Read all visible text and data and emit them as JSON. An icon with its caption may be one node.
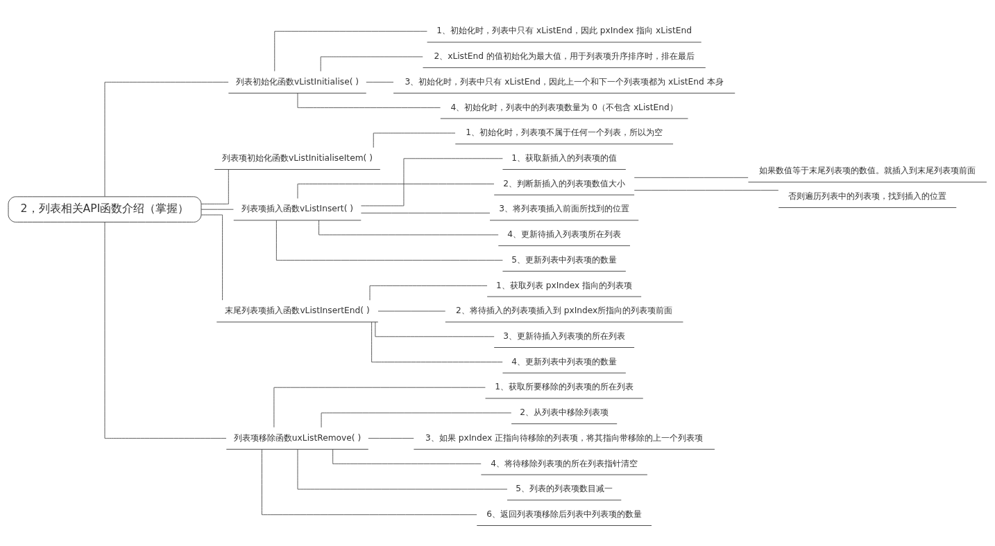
{
  "diagram": {
    "nodes": [
      {
        "text": [
          "2，列表相关API函数介绍（掌握）"
        ]
      },
      {
        "text": [
          "列表初始化函数vListInitialise( )"
        ]
      },
      {
        "text": [
          "1、初始化时，列表中只有 xListEnd，因此 pxIndex 指向 xListEnd"
        ]
      },
      {
        "text": [
          "2、xListEnd 的值初始化为最大值，用于列表项升序排序时，排在最后"
        ]
      },
      {
        "text": [
          "3、初始化时，列表中只有 xListEnd，因此上一个和下一个列表项都为 xListEnd 本身"
        ]
      },
      {
        "text": [
          "4、初始化时，列表中的列表项数量为 0（不包含 xListEnd）"
        ]
      },
      {
        "text": [
          "列表项初始化函数vListInitialiseItem( )"
        ]
      },
      {
        "text": [
          "1、初始化时，列表项不属于任何一个列表，所以为空"
        ]
      },
      {
        "text": [
          "列表项插入函数vListInsert( )"
        ]
      },
      {
        "text": [
          "1、获取新插入的列表项的值"
        ]
      },
      {
        "text": [
          "2、判断新插入的列表项数值大小"
        ]
      },
      {
        "text": [
          "如果数值等于末尾列表项的数值。就插入到末尾列表项前面"
        ]
      },
      {
        "text": [
          "否则遍历列表中的列表项，找到插入的位置"
        ]
      },
      {
        "text": [
          "3、将列表项插入前面所找到的位置"
        ]
      },
      {
        "text": [
          "4、更新待插入列表项所在列表"
        ]
      },
      {
        "text": [
          "5、更新列表中列表项的数量"
        ]
      },
      {
        "text": [
          "末尾列表项插入函数vListInsertEnd( )"
        ]
      },
      {
        "text": [
          "1、获取列表 pxIndex 指向的列表项"
        ]
      },
      {
        "text": [
          "2、将待插入的列表项插入到 pxIndex所指向的列表项前面"
        ]
      },
      {
        "text": [
          "3、更新待插入列表项的所在列表"
        ]
      },
      {
        "text": [
          "4、更新列表中列表项的数量"
        ]
      },
      {
        "text": [
          "列表项移除函数uxListRemove( )"
        ]
      },
      {
        "text": [
          "1、获取所要移除的列表项的所在列表"
        ]
      },
      {
        "text": [
          "2、从列表中移除列表项"
        ]
      },
      {
        "text": [
          "3、如果 pxIndex 正指向待移除的列表项，将其指向带移除的上一个列表项"
        ]
      },
      {
        "text": [
          "4、将待移除列表项的所在列表指针清空"
        ]
      },
      {
        "text": [
          "5、列表的列表项数目减一"
        ]
      },
      {
        "text": [
          "6、返回列表项移除后列表中列表项的数量"
        ]
      }
    ],
    "edges": [
      {
        "from": 0,
        "to": 1,
        "arrow": "none"
      },
      {
        "from": 1,
        "to": 2,
        "arrow": "none"
      },
      {
        "from": 1,
        "to": 3,
        "arrow": "none"
      },
      {
        "from": 1,
        "to": 4,
        "arrow": "none"
      },
      {
        "from": 1,
        "to": 5,
        "arrow": "none"
      },
      {
        "from": 0,
        "to": 6,
        "arrow": "none"
      },
      {
        "from": 6,
        "to": 7,
        "arrow": "none"
      },
      {
        "from": 0,
        "to": 8,
        "arrow": "none"
      },
      {
        "from": 8,
        "to": 9,
        "arrow": "none"
      },
      {
        "from": 8,
        "to": 10,
        "arrow": "none"
      },
      {
        "from": 10,
        "to": 11,
        "arrow": "none"
      },
      {
        "from": 10,
        "to": 12,
        "arrow": "none"
      },
      {
        "from": 8,
        "to": 13,
        "arrow": "none"
      },
      {
        "from": 8,
        "to": 14,
        "arrow": "none"
      },
      {
        "from": 8,
        "to": 15,
        "arrow": "none"
      },
      {
        "from": 0,
        "to": 16,
        "arrow": "none"
      },
      {
        "from": 16,
        "to": 17,
        "arrow": "none"
      },
      {
        "from": 16,
        "to": 18,
        "arrow": "none"
      },
      {
        "from": 16,
        "to": 19,
        "arrow": "none"
      },
      {
        "from": 16,
        "to": 20,
        "arrow": "none"
      },
      {
        "from": 0,
        "to": 21,
        "arrow": "none"
      },
      {
        "from": 21,
        "to": 22,
        "arrow": "none"
      },
      {
        "from": 21,
        "to": 23,
        "arrow": "none"
      },
      {
        "from": 21,
        "to": 24,
        "arrow": "none"
      },
      {
        "from": 21,
        "to": 25,
        "arrow": "none"
      },
      {
        "from": 21,
        "to": 26,
        "arrow": "none"
      },
      {
        "from": 21,
        "to": 27,
        "arrow": "none"
      }
    ]
  }
}
